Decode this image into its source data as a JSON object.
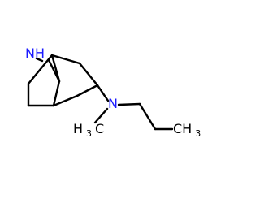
{
  "molecule": {
    "atoms": {
      "bridge_nh": "NH",
      "amine_n": "N",
      "methyl_main": "H",
      "methyl_sub": "3",
      "methyl_c": "C",
      "terminal_c": "CH",
      "terminal_sub": "3"
    },
    "colors": {
      "bond": "#000000",
      "nitrogen": "#1a1aff",
      "carbon_label": "#000000"
    }
  }
}
